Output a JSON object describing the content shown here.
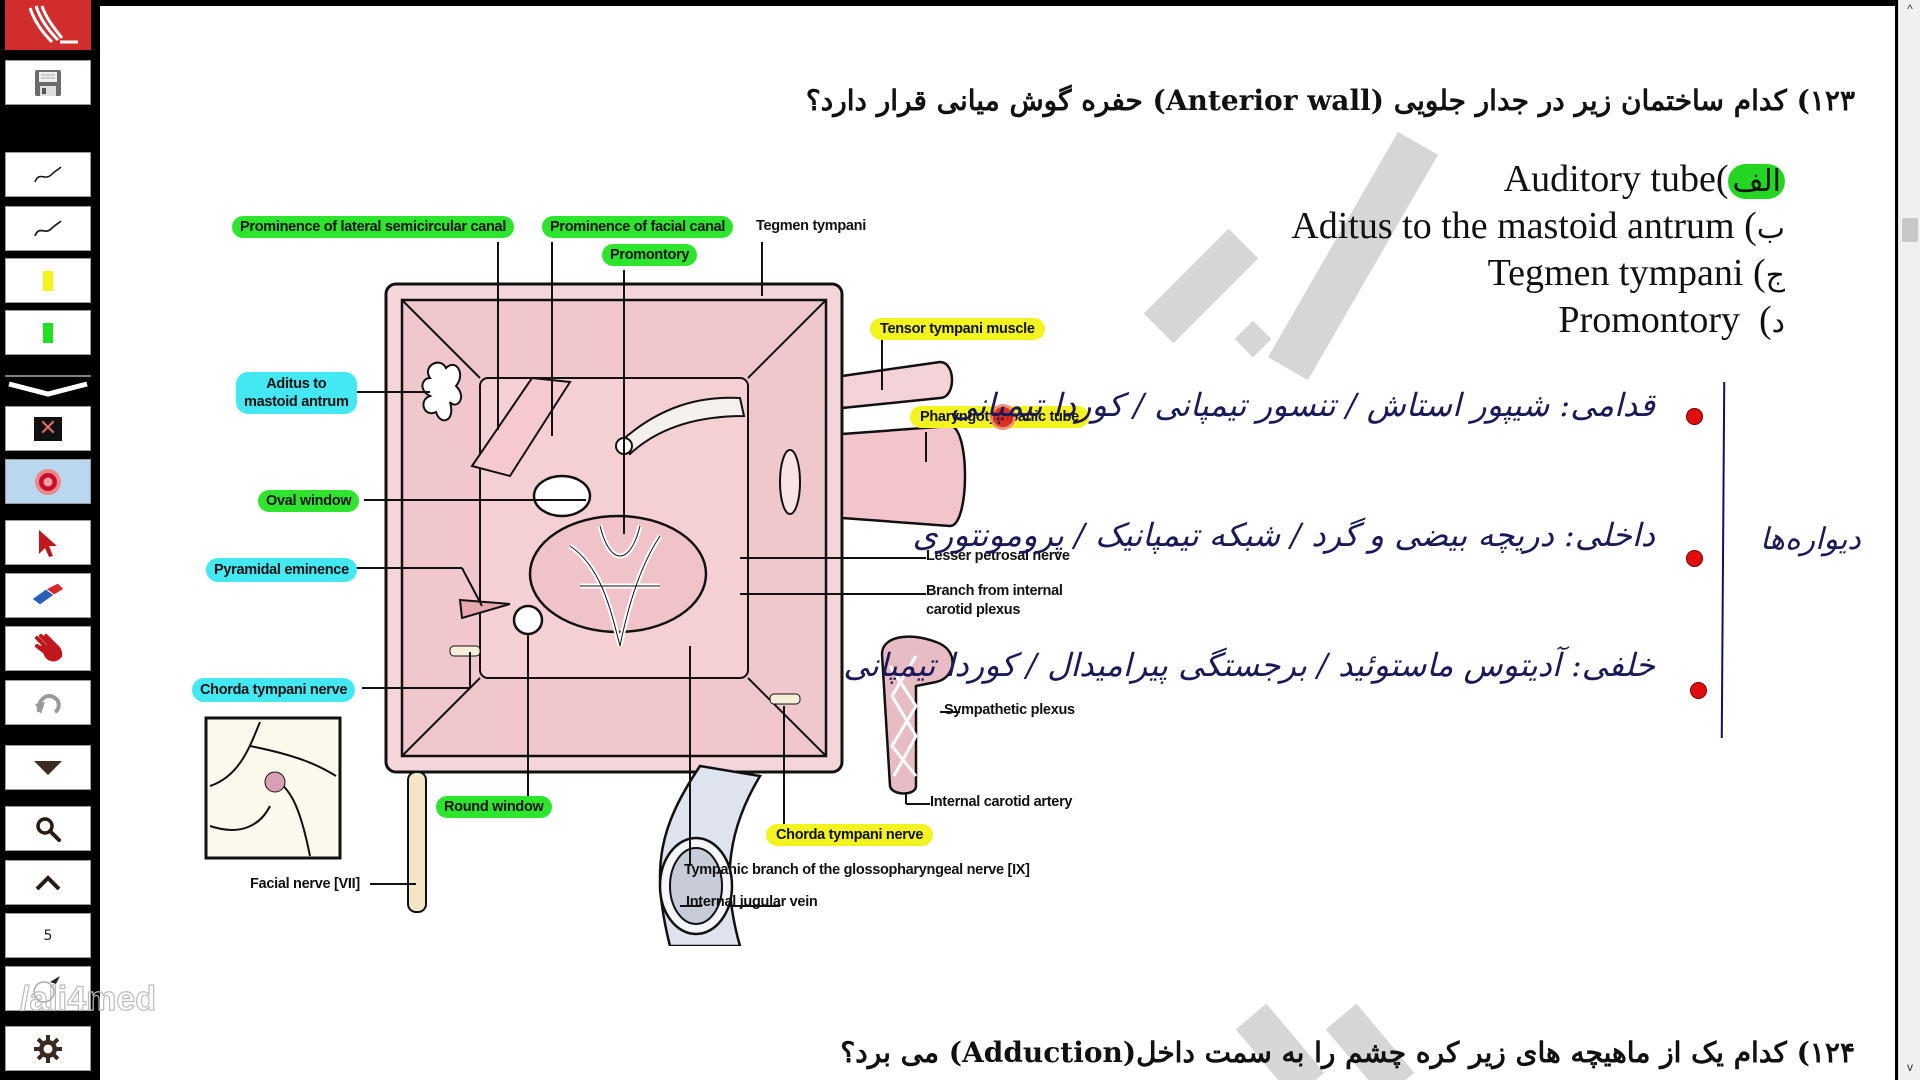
{
  "toolbar": {
    "items": [
      {
        "id": "brand",
        "icon": "pen-logo-icon"
      },
      {
        "id": "save",
        "icon": "floppy-disk-icon"
      },
      {
        "id": "pen-thin",
        "icon": "pen-stroke-icon"
      },
      {
        "id": "pen-thick",
        "icon": "pen-stroke-icon"
      },
      {
        "id": "highlighter-yellow",
        "icon": "yellow-highlighter-icon",
        "color": "#f4f41a"
      },
      {
        "id": "highlighter-green",
        "icon": "green-highlighter-icon",
        "color": "#22e022"
      },
      {
        "id": "collapse",
        "icon": "chevron-down-icon"
      },
      {
        "id": "clear",
        "icon": "close-icon"
      },
      {
        "id": "laser",
        "icon": "target-icon",
        "active": true
      },
      {
        "id": "pointer",
        "icon": "cursor-arrow-icon"
      },
      {
        "id": "eraser",
        "icon": "eraser-icon"
      },
      {
        "id": "hand",
        "icon": "hand-icon"
      },
      {
        "id": "undo",
        "icon": "undo-icon"
      },
      {
        "id": "page-down",
        "icon": "triangle-down-icon"
      },
      {
        "id": "zoom",
        "icon": "magnifier-icon"
      },
      {
        "id": "page-up",
        "icon": "chevron-up-icon"
      },
      {
        "id": "page-number",
        "label": "5"
      },
      {
        "id": "spotlight",
        "icon": "spotlight-icon"
      },
      {
        "id": "settings",
        "icon": "gear-icon"
      }
    ],
    "page_number": "5"
  },
  "watermark": {
    "channel": "/ali4med"
  },
  "question_123": {
    "title": "۱۲۳) کدام ساختمان زیر در جدار جلویی (Anterior wall) حفره گوش میانی قرار دارد؟",
    "options": [
      {
        "letter": "الف",
        "text": "Auditory tube",
        "highlighted": true
      },
      {
        "letter": "ب",
        "text": "Aditus to the mastoid antrum",
        "highlighted": false
      },
      {
        "letter": "ج",
        "text": "Tegmen tympani",
        "highlighted": false
      },
      {
        "letter": "د",
        "text": "Promontory",
        "highlighted": false
      }
    ]
  },
  "diagram": {
    "labels": {
      "prominence_lateral": "Prominence of lateral semicircular canal",
      "prominence_facial": "Prominence of facial canal",
      "promontory": "Promontory",
      "tegmen": "Tegmen tympani",
      "aditus_1": "Aditus to",
      "aditus_2": "mastoid antrum",
      "tensor": "Tensor tympani muscle",
      "pharyngotympanic": "Pharyngotympanic tube",
      "oval_window": "Oval window",
      "pyramidal": "Pyramidal eminence",
      "lesser_petrosal": "Lesser petrosal nerve",
      "branch_1": "Branch from internal",
      "branch_2": "carotid plexus",
      "chorda_left": "Chorda tympani nerve",
      "sympathetic": "Sympathetic plexus",
      "internal_carotid": "Internal carotid artery",
      "round_window": "Round window",
      "chorda_bottom": "Chorda tympani nerve",
      "facial_nerve": "Facial nerve [VII]",
      "tympanic_branch": "Tympanic branch of the glossopharyngeal nerve [IX]",
      "jugular": "Internal jugular vein"
    },
    "highlight_colors": {
      "green": "#2ee52e",
      "cyan": "#44e8f2",
      "yellow": "#f3f320"
    }
  },
  "notes": {
    "heading": "دیواره‌ها",
    "lines": [
      "قدامی: شیپور استاش / تنسور تیمپانی / کوردا تیمپانی",
      "داخلی: دریچه بیضی و گرد / شبکه تیمپانیک / پرومونتوری",
      "خلفی: آدیتوس ماستوئید / برجستگی پیرامیدال / کوردا تیمپانی"
    ],
    "bullet_color": "#e10d0d"
  },
  "question_124": {
    "title": "۱۲۴) کدام یک از ماهیچه های زیر کره چشم را به سمت داخل(Adduction) می برد؟"
  },
  "scrollbar": {
    "up": "^",
    "down": "v"
  }
}
